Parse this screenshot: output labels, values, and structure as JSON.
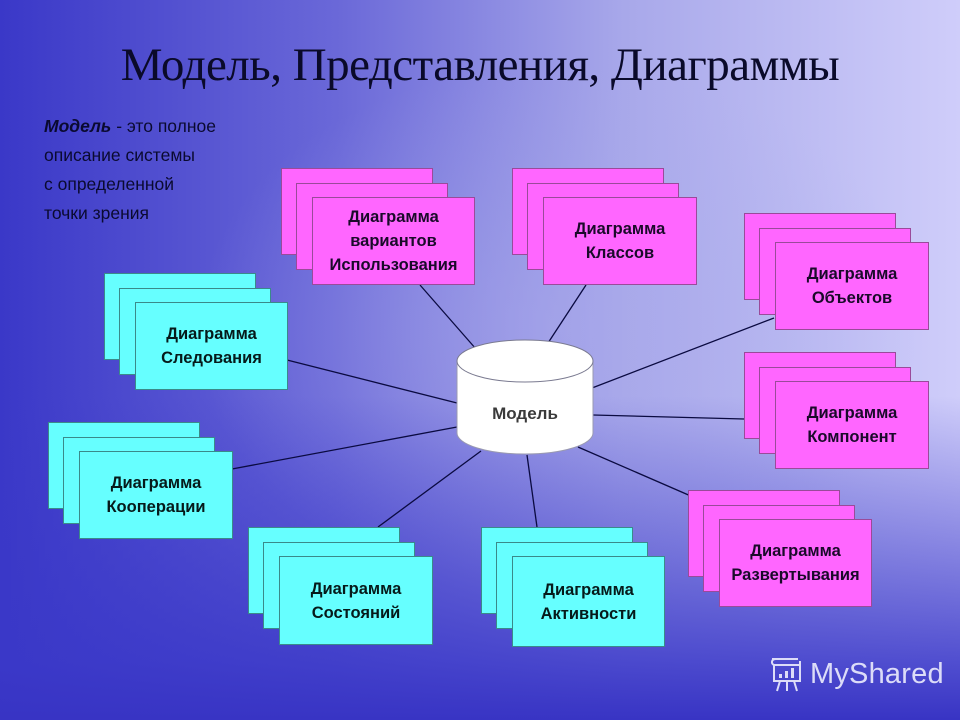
{
  "slide": {
    "title": "Модель, Представления, Диаграммы",
    "definition": {
      "term": "Модель",
      "text": " - это полное описание системы с определенной точки зрения",
      "lines": [
        "- это полное",
        "описание системы",
        "с определенной",
        "точки зрения"
      ]
    },
    "center": {
      "label": "Модель",
      "shape": "cylinder"
    },
    "diagrams": [
      {
        "id": "use-case",
        "line1": "Диаграмма",
        "line2": "вариантов",
        "line3": "Использования",
        "color": "pink"
      },
      {
        "id": "class",
        "line1": "Диаграмма",
        "line2": "Классов",
        "color": "pink"
      },
      {
        "id": "object",
        "line1": "Диаграмма",
        "line2": "Объектов",
        "color": "pink"
      },
      {
        "id": "component",
        "line1": "Диаграмма",
        "line2": "Компонент",
        "color": "pink"
      },
      {
        "id": "deployment",
        "line1": "Диаграмма",
        "line2": "Развертывания",
        "color": "pink"
      },
      {
        "id": "sequence",
        "line1": "Диаграмма",
        "line2": "Следования",
        "color": "cyan"
      },
      {
        "id": "collaboration",
        "line1": "Диаграмма",
        "line2": "Кооперации",
        "color": "cyan"
      },
      {
        "id": "statechart",
        "line1": "Диаграмма",
        "line2": "Состояний",
        "color": "cyan"
      },
      {
        "id": "activity",
        "line1": "Диаграмма",
        "line2": "Активности",
        "color": "cyan"
      }
    ],
    "colors": {
      "pink": "#ff66ff",
      "cyan": "#66ffff",
      "background_left": "#3a38c8",
      "background_right": "#cfcdfa",
      "connector": "#0a0a40"
    }
  },
  "watermark": {
    "text": "MyShared",
    "icon": "presentation-board-icon"
  }
}
